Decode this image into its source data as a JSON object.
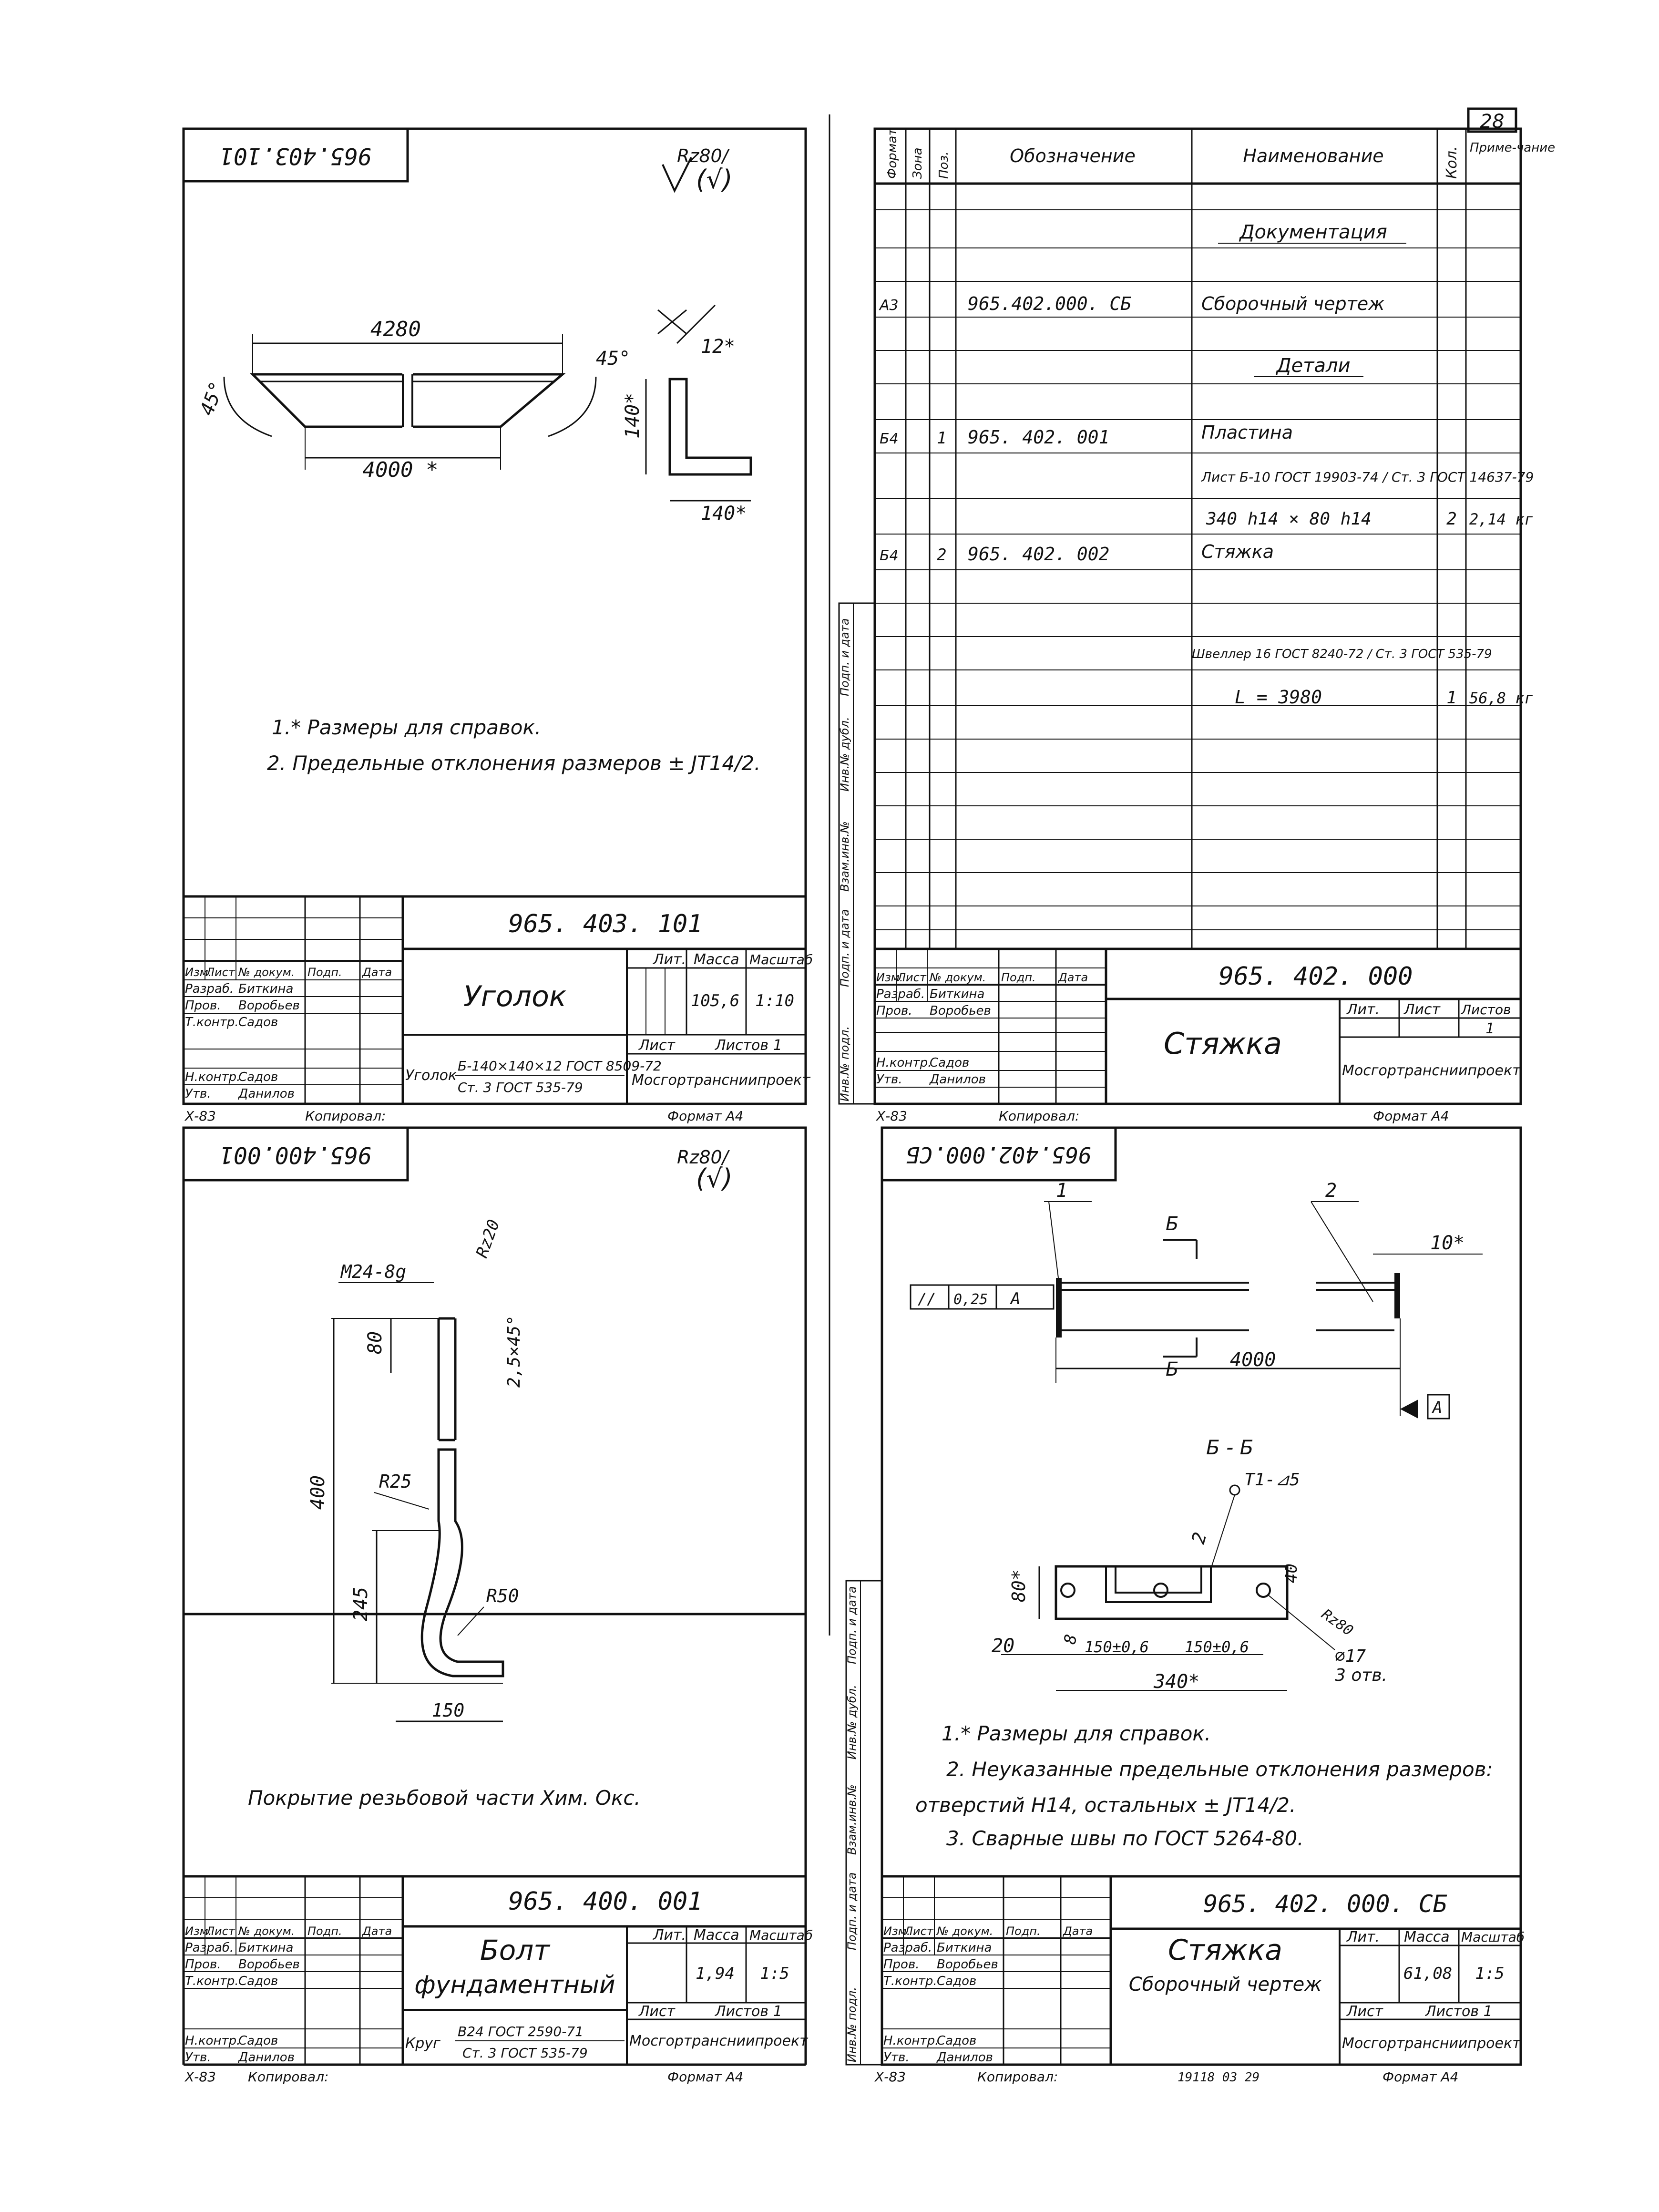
{
  "page": {
    "sheet_number": "28"
  },
  "common": {
    "x_code": "Х-83",
    "copied": "Копировал:",
    "format": "Формат А4",
    "org": "Мосгортрансниипроект",
    "stamp_heads": [
      "Изм.",
      "Лист",
      "№ докум.",
      "Подп.",
      "Дата"
    ],
    "people": [
      {
        "role": "Разраб.",
        "name": "Биткина"
      },
      {
        "role": "Пров.",
        "name": "Воробьев"
      },
      {
        "role": "Т.контр.",
        "name": "Садов"
      },
      {
        "role": "Н.контр.",
        "name": "Садов"
      },
      {
        "role": "Утв.",
        "name": "Данилов"
      }
    ],
    "col_lit": "Лит.",
    "col_mass": "Масса",
    "col_scale": "Масштаб",
    "col_sheet": "Лист",
    "col_sheets": "Листов"
  },
  "side_stamp": [
    "Инв.№ подл.",
    "Подп. и дата",
    "Взам.инв.№",
    "Инв.№ дубл.",
    "Подп. и дата"
  ],
  "sheet1": {
    "code_top": "965.403.101",
    "code": "965. 403. 101",
    "roughness": "Rz80/",
    "roughness_paren": "(√)",
    "title": "Уголок",
    "mass": "105,6",
    "scale": "1:10",
    "sheets": "Листов 1",
    "material_prefix": "Уголок",
    "material_top": "Б-140×140×12 ГОСТ 8509-72",
    "material_bot": "Ст. 3 ГОСТ 535-79",
    "dims": {
      "top": "4280",
      "bottom": "4000 *",
      "angle_l": "45°",
      "angle_r": "45°",
      "sec_h": "140*",
      "sec_w": "140*",
      "sec_t": "12*"
    },
    "notes": [
      "1.* Размеры для справок.",
      "2. Предельные отклонения размеров ± JT14/2."
    ]
  },
  "sheet2": {
    "headers": [
      "Формат",
      "Зона",
      "Поз.",
      "Обозначение",
      "Наименование",
      "Кол.",
      "Приме-чание"
    ],
    "rows": [
      {
        "fmt": "",
        "pos": "",
        "des": "",
        "name": "Документация",
        "qty": "",
        "note": ""
      },
      {
        "fmt": "А3",
        "pos": "",
        "des": "965.402.000. СБ",
        "name": "Сборочный чертеж",
        "qty": "",
        "note": ""
      },
      {
        "fmt": "",
        "pos": "",
        "des": "",
        "name": "Детали",
        "qty": "",
        "note": ""
      },
      {
        "fmt": "Б4",
        "pos": "1",
        "des": "965. 402. 001",
        "name": "Пластина",
        "qty": "",
        "note": ""
      },
      {
        "fmt": "",
        "pos": "",
        "des": "",
        "name": "Лист Б-10 ГОСТ 19903-74 / Ст. 3 ГОСТ 14637-79",
        "qty": "",
        "note": ""
      },
      {
        "fmt": "",
        "pos": "",
        "des": "",
        "name": "340 h14 × 80 h14",
        "qty": "2",
        "note": "2,14 кг"
      },
      {
        "fmt": "Б4",
        "pos": "2",
        "des": "965. 402. 002",
        "name": "Стяжка",
        "qty": "",
        "note": ""
      },
      {
        "fmt": "",
        "pos": "",
        "des": "",
        "name": "Швеллер 16 ГОСТ 8240-72 / Ст. 3 ГОСТ 535-79",
        "qty": "",
        "note": ""
      },
      {
        "fmt": "",
        "pos": "",
        "des": "",
        "name": "L = 3980",
        "qty": "1",
        "note": "56,8 кг"
      }
    ],
    "code": "965. 402. 000",
    "title": "Стяжка",
    "sheets": "1"
  },
  "sheet3": {
    "code_top": "965.400.001",
    "code": "965. 400. 001",
    "roughness": "Rz80/",
    "roughness_paren": "(√)",
    "title_l1": "Болт",
    "title_l2": "фундаментный",
    "mass": "1,94",
    "scale": "1:5",
    "sheets": "Листов 1",
    "material_prefix": "Круг",
    "material_top": "В24 ГОСТ 2590-71",
    "material_bot": "Ст. 3 ГОСТ 535-79",
    "dims": {
      "thread": "М24-8g",
      "rz": "Rz20",
      "d80": "80",
      "chamfer": "2,5×45°",
      "d400": "400",
      "r25": "R25",
      "d245": "245",
      "r50": "R50",
      "d150": "150"
    },
    "note": "Покрытие резьбовой части Хим. Окс."
  },
  "sheet4": {
    "code_top": "965.402.000.СБ",
    "code": "965. 402. 000. СБ",
    "title": "Стяжка",
    "subtitle": "Сборочный чертеж",
    "mass": "61,08",
    "scale": "1:5",
    "sheets": "Листов 1",
    "callouts": {
      "p1": "1",
      "p2": "2",
      "sec_label": "Б",
      "weld_gap": "10*",
      "tol_sym": "//",
      "tol_val": "0,25",
      "tol_ref": "А",
      "length": "4000",
      "datum": "А",
      "section": "Б - Б",
      "weld": "Т1-⊿5",
      "pos2": "2",
      "h80": "80*",
      "d40": "40",
      "rz80": "Rz80",
      "d8": "8",
      "d20": "20",
      "p150a": "150±0,6",
      "p150b": "150±0,6",
      "hole": "⌀17",
      "holes_n": "3 отв.",
      "w340": "340*"
    },
    "notes": [
      "1.* Размеры для справок.",
      "2. Неуказанные предельные отклонения размеров:",
      "отверстий Н14, остальных ± JT14/2.",
      "3. Сварные швы по ГОСТ 5264-80."
    ],
    "archive": "19118 03 29"
  }
}
